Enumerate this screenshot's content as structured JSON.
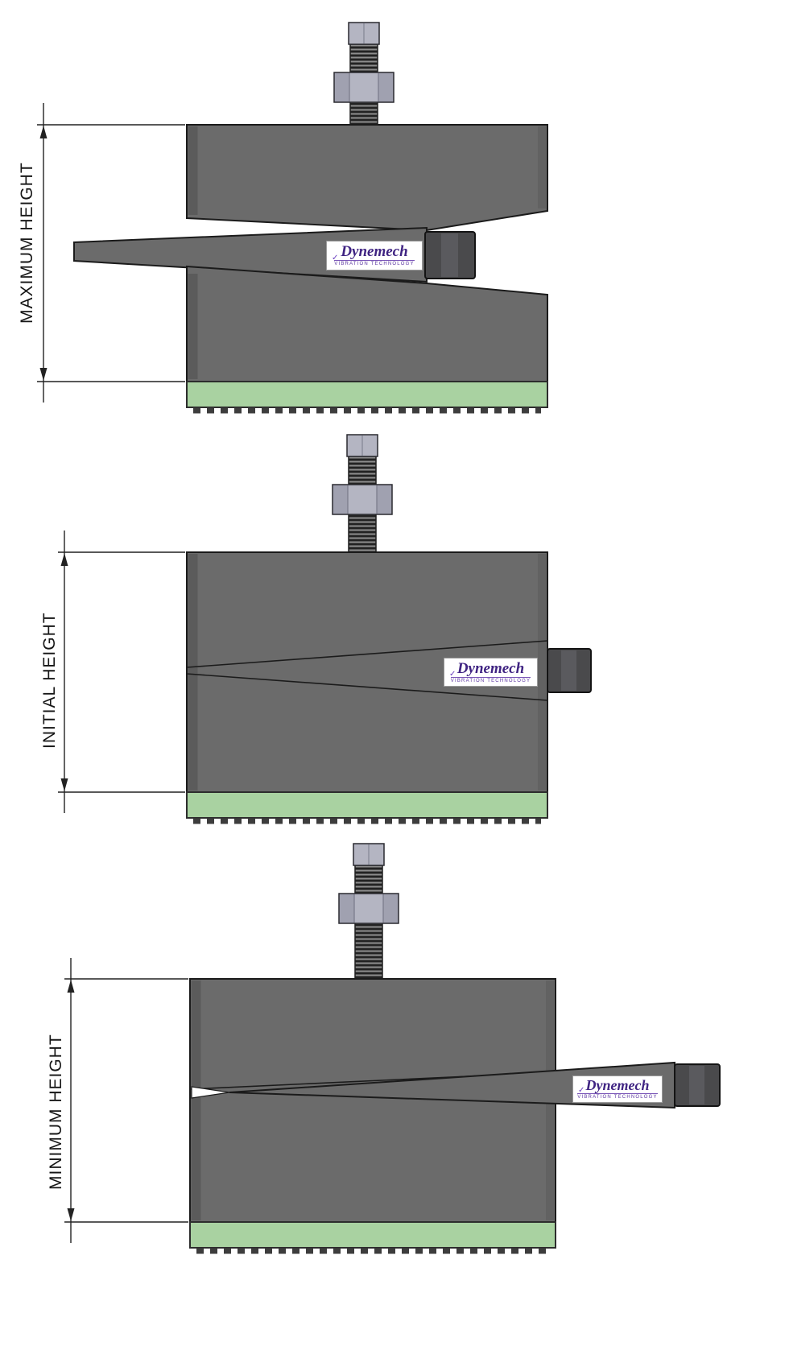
{
  "colors": {
    "body_gray": "#6b6b6b",
    "pad_green": "#a9d2a1",
    "nut_light": "#b4b5c2",
    "nut_dark": "#4a4a4c",
    "outline": "#1b1b1b",
    "logo_purple": "#3f2382"
  },
  "diagrams": [
    {
      "label": "MAXIMUM HEIGHT",
      "logo": {
        "check": "✓",
        "brand": "Dynemech",
        "tagline": "VIBRATION TECHNOLOGY"
      }
    },
    {
      "label": "INITIAL HEIGHT",
      "logo": {
        "check": "✓",
        "brand": "Dynemech",
        "tagline": "VIBRATION TECHNOLOGY"
      }
    },
    {
      "label": "MINIMUM HEIGHT",
      "logo": {
        "check": "✓",
        "brand": "Dynemech",
        "tagline": "VIBRATION TECHNOLOGY"
      }
    }
  ]
}
